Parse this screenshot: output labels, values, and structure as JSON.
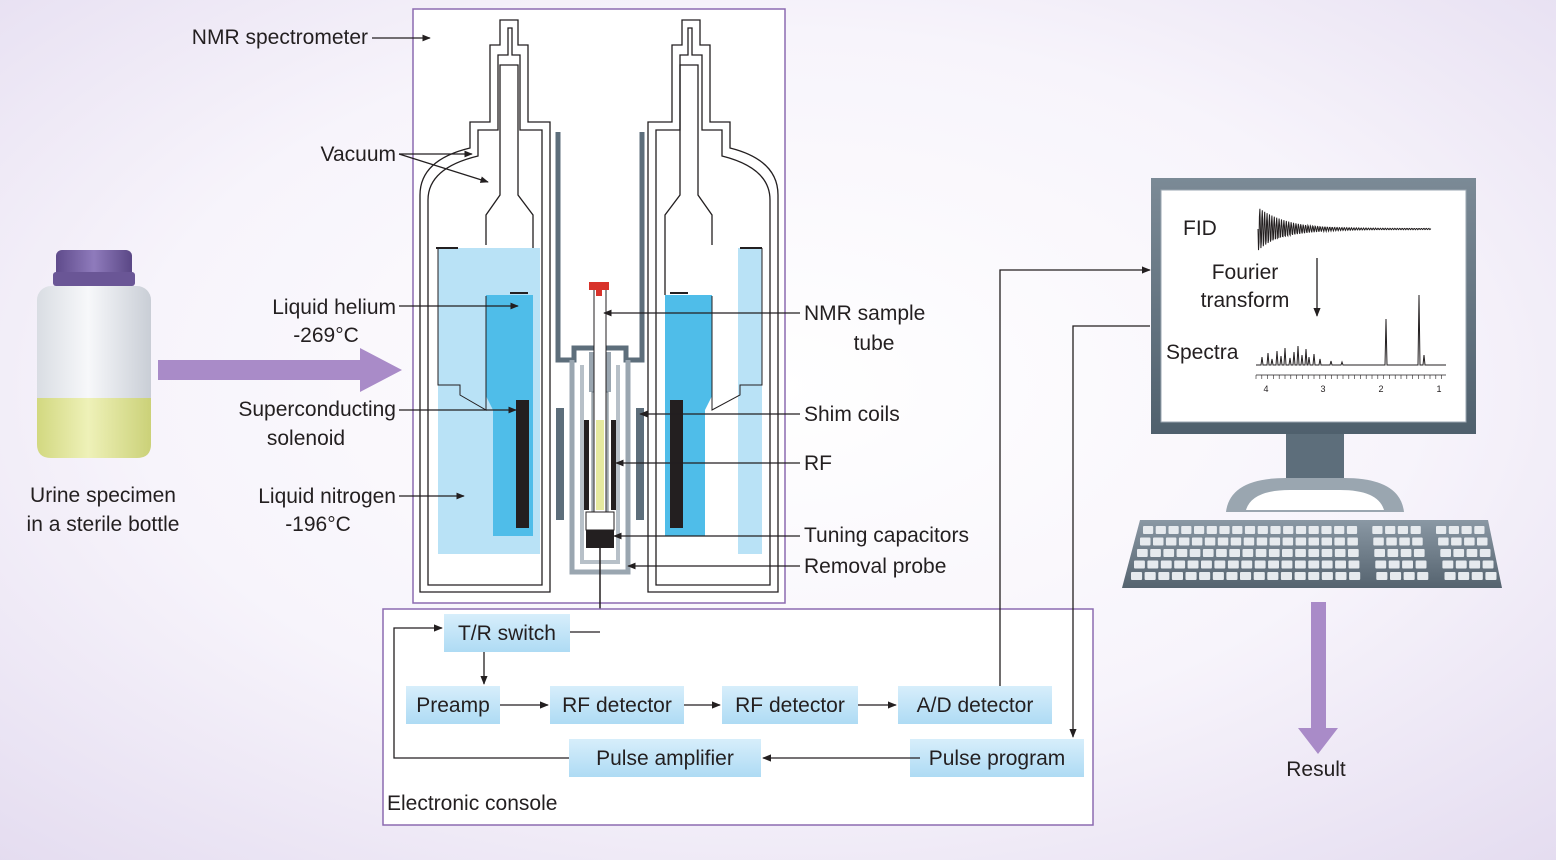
{
  "colors": {
    "background_center": "#ffffff",
    "background_edge": "#e4dcf0",
    "frame_purple": "#8c6bb1",
    "arrow_purple": "#a98bc8",
    "liquid_blue": "#4fbde9",
    "liquid_light": "#b9e2f6",
    "console_box": "#bfe3f7",
    "monitor_gray": "#5d6e7b",
    "bottle_cap": "#7a64a4",
    "urine": "#e2e79a"
  },
  "labels": {
    "nmr_spectrometer": "NMR spectrometer",
    "vacuum": "Vacuum",
    "liquid_helium": "Liquid helium",
    "liquid_helium_temp": "-269°C",
    "superconducting_1": "Superconducting",
    "superconducting_2": "solenoid",
    "liquid_nitrogen": "Liquid nitrogen",
    "liquid_nitrogen_temp": "-196°C",
    "specimen_1": "Urine specimen",
    "specimen_2": "in a sterile bottle",
    "sample_tube_1": "NMR sample",
    "sample_tube_2": "tube",
    "shim_coils": "Shim coils",
    "rf": "RF",
    "tuning_capacitors": "Tuning capacitors",
    "removal_probe": "Removal probe",
    "fid": "FID",
    "fourier_1": "Fourier",
    "fourier_2": "transform",
    "spectra": "Spectra",
    "spectra_axis": [
      "4",
      "3",
      "2",
      "1"
    ],
    "result": "Result"
  },
  "console": {
    "title": "Electronic console",
    "tr_switch": "T/R switch",
    "preamp": "Preamp",
    "rf_detector_1": "RF detector",
    "rf_detector_2": "RF detector",
    "ad_detector": "A/D detector",
    "pulse_amplifier": "Pulse amplifier",
    "pulse_program": "Pulse program"
  }
}
